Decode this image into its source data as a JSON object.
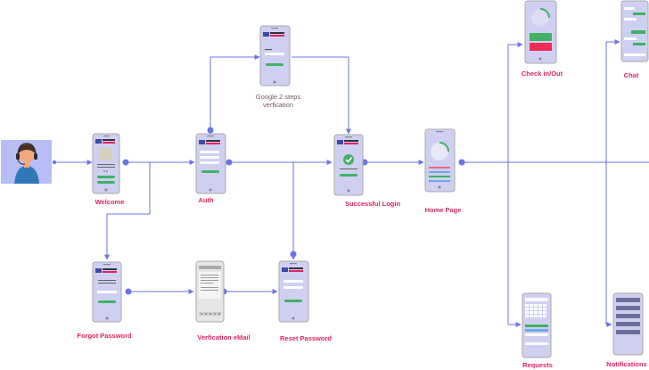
{
  "screens": {
    "welcome": {
      "label": "Welcome"
    },
    "auth": {
      "label": "Auth"
    },
    "google_2fa": {
      "label": "Google 2 steps verfication"
    },
    "successful_login": {
      "label": "Successful Login"
    },
    "home_page": {
      "label": "Home Page"
    },
    "check_in_out": {
      "label": "Check in/Out"
    },
    "chat": {
      "label": "Chat"
    },
    "forgot_password": {
      "label": "Forgot Password"
    },
    "verification_email": {
      "label": "Verfication eMail"
    },
    "reset_password": {
      "label": "Reset Password"
    },
    "requests": {
      "label": "Requests"
    },
    "notifications": {
      "label": "Notifications"
    }
  },
  "colors": {
    "connector": "#6a73e6",
    "phone_body": "#cfcff2",
    "phone_frame": "#a8a8a8",
    "label_red": "#e0245e",
    "accent_green": "#3fb265",
    "accent_red": "#f02d56",
    "user_bg": "#b7bdf7",
    "user_skin": "#f3a87d",
    "user_body": "#2f78b6"
  },
  "icons": {
    "user": "support-agent-icon",
    "check": "check-circle-icon"
  }
}
